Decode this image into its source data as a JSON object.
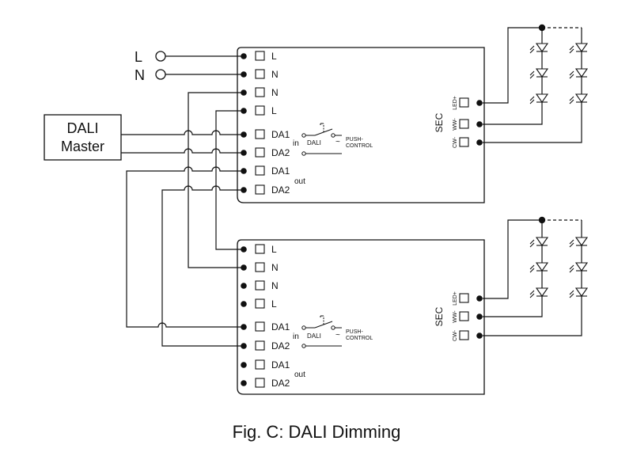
{
  "caption": "Fig. C: DALI Dimming",
  "sources": {
    "line": "L",
    "neutral": "N"
  },
  "master": {
    "line1": "DALI",
    "line2": "Master"
  },
  "driver_top": {
    "terminals": [
      "L",
      "N",
      "N",
      "L",
      "DA1",
      "DA2",
      "DA1",
      "DA2"
    ],
    "in_label": "in",
    "dali_label": "DALI",
    "out_label": "out",
    "push_line1": "PUSH-",
    "push_line2": "CONTROL",
    "tilde": "~",
    "sec_label": "SEC",
    "sec_terminals": [
      "LED+",
      "WW-",
      "CW-"
    ]
  },
  "driver_bottom": {
    "terminals": [
      "L",
      "N",
      "N",
      "L",
      "DA1",
      "DA2",
      "DA1",
      "DA2"
    ],
    "in_label": "in",
    "dali_label": "DALI",
    "out_label": "out",
    "push_line1": "PUSH-",
    "push_line2": "CONTROL",
    "tilde": "~",
    "sec_label": "SEC",
    "sec_terminals": [
      "LED+",
      "WW-",
      "CW-"
    ]
  }
}
